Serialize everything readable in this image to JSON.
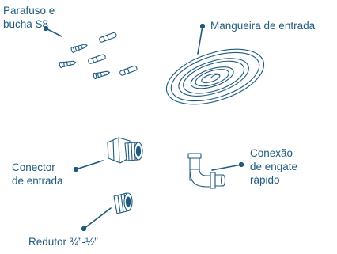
{
  "accent_color": "#1e5a7e",
  "parts": [
    {
      "id": "screws",
      "icon": "screw-and-anchor-icon",
      "lines": [
        "Parafuso e",
        "bucha S8"
      ]
    },
    {
      "id": "hose",
      "icon": "coiled-hose-icon",
      "lines": [
        "Mangueira de entrada"
      ]
    },
    {
      "id": "inlet-connector",
      "icon": "inlet-connector-icon",
      "lines": [
        "Conector",
        "de entrada"
      ]
    },
    {
      "id": "quick-connector",
      "icon": "quick-connect-elbow-icon",
      "lines": [
        "Conexão",
        "de engate",
        "rápido"
      ]
    },
    {
      "id": "reducer",
      "icon": "reducer-fitting-icon",
      "lines": [
        "Redutor ¾”-½”"
      ]
    }
  ]
}
